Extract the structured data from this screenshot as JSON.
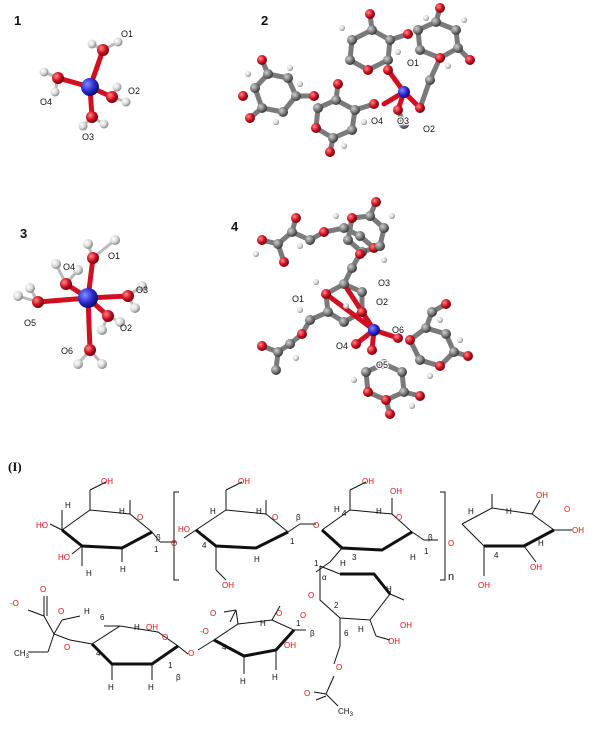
{
  "panels": [
    {
      "label": "1",
      "atoms": [
        "O1",
        "O2",
        "O3",
        "O4"
      ]
    },
    {
      "label": "2",
      "atoms": [
        "O1",
        "O2",
        "O3",
        "O4"
      ]
    },
    {
      "label": "3",
      "atoms": [
        "O1",
        "O2",
        "O3",
        "O4",
        "O5",
        "O6"
      ]
    },
    {
      "label": "4",
      "atoms": [
        "O1",
        "O2",
        "O3",
        "O4",
        "O5",
        "O6"
      ]
    }
  ],
  "structure": {
    "label": "(I)",
    "repeat_subscript": "n",
    "alpha": "α",
    "beta": "β",
    "o": "O",
    "oh": "OH",
    "h": "H",
    "ho": "HO",
    "ch3": "CH",
    "ch3_sub": "3",
    "carboxylate": "-O",
    "positions": [
      "1",
      "2",
      "3",
      "4",
      "6"
    ]
  },
  "colors": {
    "metal": "#2a2ad0",
    "oxygen": "#d01020",
    "carbon": "#7a7a7a",
    "hydrogen": "#d8d8d8",
    "label_red": "#e01010"
  }
}
